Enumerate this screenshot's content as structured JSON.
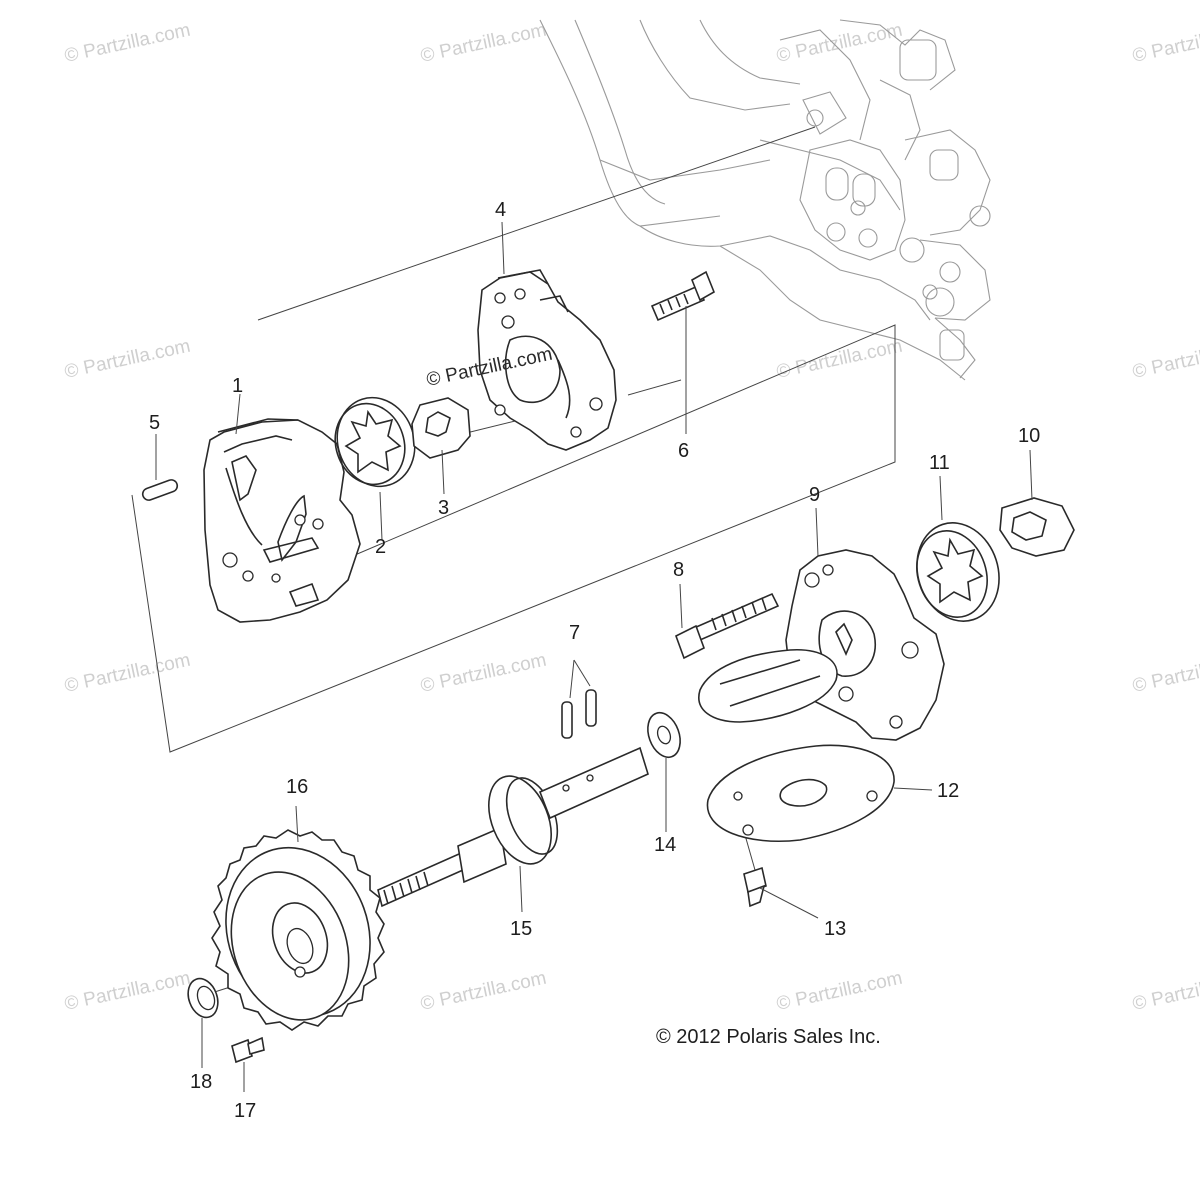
{
  "watermark": {
    "text": "© Partzilla.com"
  },
  "center_watermark": {
    "text": "© Partzilla.com"
  },
  "copyright": {
    "text": "© 2012 Polaris Sales Inc."
  },
  "callouts": [
    {
      "id": "1",
      "label": "1"
    },
    {
      "id": "2",
      "label": "2"
    },
    {
      "id": "3",
      "label": "3"
    },
    {
      "id": "4",
      "label": "4"
    },
    {
      "id": "5",
      "label": "5"
    },
    {
      "id": "6",
      "label": "6"
    },
    {
      "id": "7",
      "label": "7"
    },
    {
      "id": "8",
      "label": "8"
    },
    {
      "id": "9",
      "label": "9"
    },
    {
      "id": "10",
      "label": "10"
    },
    {
      "id": "11",
      "label": "11"
    },
    {
      "id": "12",
      "label": "12"
    },
    {
      "id": "13",
      "label": "13"
    },
    {
      "id": "14",
      "label": "14"
    },
    {
      "id": "15",
      "label": "15"
    },
    {
      "id": "16",
      "label": "16"
    },
    {
      "id": "17",
      "label": "17"
    },
    {
      "id": "18",
      "label": "18"
    }
  ]
}
